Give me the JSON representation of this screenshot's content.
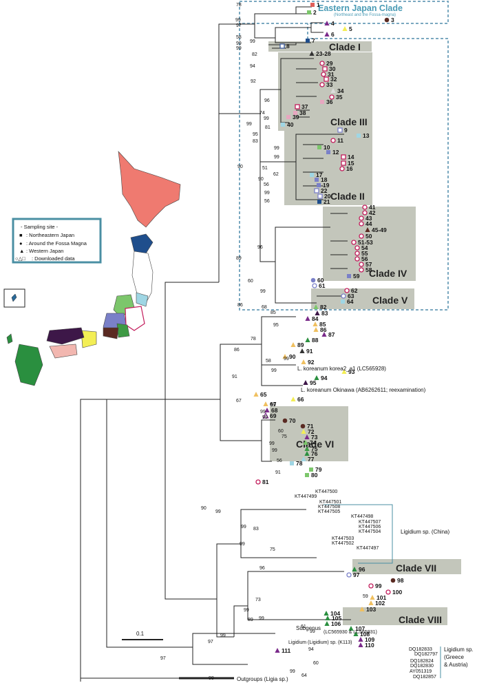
{
  "figure": {
    "eastern_clade_title": "Eastern Japan Clade",
    "eastern_clade_subtitle": "(Northeast and the Fossa-magna)",
    "scale_bar": "0.1",
    "legend": {
      "title": "- Sampling site -",
      "items": [
        {
          "symbol": "■",
          "label": ": Northeastern Japan"
        },
        {
          "symbol": "●",
          "label": ": Around the Fossa Magna"
        },
        {
          "symbol": "▲",
          "label": ": Western Japan"
        },
        {
          "symbol": "○△□",
          "label": ": Downloaded data"
        }
      ]
    },
    "clades": [
      {
        "id": "I",
        "label": "Clade I"
      },
      {
        "id": "II",
        "label": "Clade II"
      },
      {
        "id": "III",
        "label": "Clade III"
      },
      {
        "id": "IV",
        "label": "Clade IV"
      },
      {
        "id": "V",
        "label": "Clade V"
      },
      {
        "id": "VI",
        "label": "Clade VI"
      },
      {
        "id": "VII",
        "label": "Clade VII"
      },
      {
        "id": "VIII",
        "label": "Clade VIII"
      }
    ],
    "tips": [
      {
        "label": "1"
      },
      {
        "label": "2"
      },
      {
        "label": "3"
      },
      {
        "label": "4"
      },
      {
        "label": "5"
      },
      {
        "label": "6"
      },
      {
        "label": "7"
      },
      {
        "label": "8"
      },
      {
        "label": "23-28"
      },
      {
        "label": "29"
      },
      {
        "label": "30"
      },
      {
        "label": "31"
      },
      {
        "label": "32"
      },
      {
        "label": "33"
      },
      {
        "label": "34"
      },
      {
        "label": "35"
      },
      {
        "label": "36"
      },
      {
        "label": "37"
      },
      {
        "label": "38"
      },
      {
        "label": "39"
      },
      {
        "label": "40"
      },
      {
        "label": "9"
      },
      {
        "label": "13"
      },
      {
        "label": "11"
      },
      {
        "label": "10"
      },
      {
        "label": "12"
      },
      {
        "label": "14"
      },
      {
        "label": "15"
      },
      {
        "label": "16"
      },
      {
        "label": "17"
      },
      {
        "label": "18"
      },
      {
        "label": "19"
      },
      {
        "label": "22"
      },
      {
        "label": "20"
      },
      {
        "label": "21"
      },
      {
        "label": "41"
      },
      {
        "label": "42"
      },
      {
        "label": "43"
      },
      {
        "label": "44"
      },
      {
        "label": "45-49"
      },
      {
        "label": "50"
      },
      {
        "label": "51-53"
      },
      {
        "label": "54"
      },
      {
        "label": "55"
      },
      {
        "label": "56"
      },
      {
        "label": "57"
      },
      {
        "label": "58"
      },
      {
        "label": "59"
      },
      {
        "label": "60"
      },
      {
        "label": "61"
      },
      {
        "label": "62"
      },
      {
        "label": "63"
      },
      {
        "label": "64"
      },
      {
        "label": "82"
      },
      {
        "label": "83"
      },
      {
        "label": "84"
      },
      {
        "label": "85"
      },
      {
        "label": "86"
      },
      {
        "label": "87"
      },
      {
        "label": "88"
      },
      {
        "label": "89"
      },
      {
        "label": "91"
      },
      {
        "label": "90"
      },
      {
        "label": "92"
      },
      {
        "label": "93"
      },
      {
        "label": "94"
      },
      {
        "label": "95"
      },
      {
        "label": "65"
      },
      {
        "label": "66"
      },
      {
        "label": "67"
      },
      {
        "label": "68"
      },
      {
        "label": "69"
      },
      {
        "label": "70"
      },
      {
        "label": "71"
      },
      {
        "label": "72"
      },
      {
        "label": "73"
      },
      {
        "label": "74"
      },
      {
        "label": "75"
      },
      {
        "label": "76"
      },
      {
        "label": "77"
      },
      {
        "label": "78"
      },
      {
        "label": "79"
      },
      {
        "label": "80"
      },
      {
        "label": "81"
      },
      {
        "label": "96"
      },
      {
        "label": "97"
      },
      {
        "label": "98"
      },
      {
        "label": "99"
      },
      {
        "label": "100"
      },
      {
        "label": "101"
      },
      {
        "label": "102"
      },
      {
        "label": "103"
      },
      {
        "label": "104"
      },
      {
        "label": "105"
      },
      {
        "label": "106"
      },
      {
        "label": "107"
      },
      {
        "label": "108"
      },
      {
        "label": "109"
      },
      {
        "label": "110"
      },
      {
        "label": "111"
      }
    ],
    "text_labels": {
      "korea": "L. koreanum korea2_a1 (LC565928)",
      "okinawa": "L. koreanum Okinawa (AB6262611; reexamination)",
      "china": "Ligidium sp. (China)",
      "subgenus": "Subgenus",
      "subgenus_acc": "(LC565930 & LC565931)",
      "k113": "Ligidium (Ligidium) sp. (K113)",
      "greece_1": "Ligidium sp.",
      "greece_2": "(Greece",
      "greece_3": "& Austria)",
      "outgroups": "Outgroups (Ligia sp.)"
    },
    "accessions": [
      "KT447500",
      "KT447499",
      "KT447501",
      "KT447508",
      "KT447505",
      "KT447498",
      "KT447507",
      "KT447506",
      "KT447504",
      "KT447503",
      "KT447502",
      "KT447497",
      "DQ182833",
      "DQ182797",
      "DQ182824",
      "DQ182830",
      "AY051319",
      "DQ182857"
    ],
    "bootstrap": [
      "78",
      "99",
      "97",
      "58",
      "99",
      "99",
      "99",
      "82",
      "94",
      "92",
      "96",
      "74",
      "99",
      "81",
      "99",
      "95",
      "83",
      "99",
      "99",
      "51",
      "62",
      "90",
      "56",
      "99",
      "56",
      "90",
      "96",
      "89",
      "60",
      "86",
      "68",
      "99",
      "85",
      "95",
      "78",
      "86",
      "58",
      "99",
      "99",
      "91",
      "67",
      "99",
      "99",
      "99",
      "60",
      "75",
      "99",
      "99",
      "56",
      "91",
      "90",
      "99",
      "99",
      "99",
      "83",
      "75",
      "96",
      "73",
      "99",
      "89",
      "99",
      "61",
      "99",
      "99",
      "97",
      "94",
      "60",
      "99",
      "64",
      "97",
      "98",
      "59"
    ]
  }
}
